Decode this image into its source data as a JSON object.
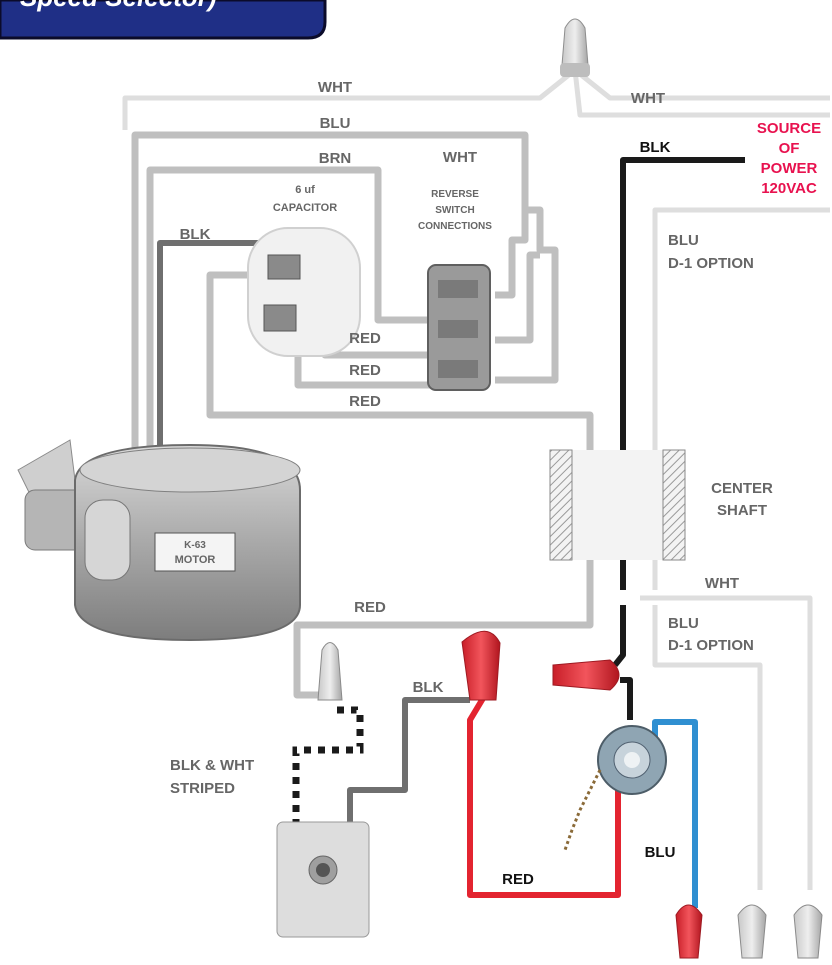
{
  "header": {
    "title": "Speed Selector)"
  },
  "labels": {
    "wht_top": "WHT",
    "wht_top_right": "WHT",
    "blu_top": "BLU",
    "brn": "BRN",
    "wht_switch": "WHT",
    "capacitor_line1": "6 uf",
    "capacitor_line2": "CAPACITOR",
    "reverse_line1": "REVERSE",
    "reverse_line2": "SWITCH",
    "reverse_line3": "CONNECTIONS",
    "blk_cap": "BLK",
    "blk_power": "BLK",
    "source_line1": "SOURCE",
    "source_line2": "OF",
    "source_line3": "POWER",
    "source_line4": "120VAC",
    "blu_opt1_line1": "BLU",
    "blu_opt1_line2": "D-1 OPTION",
    "red1": "RED",
    "red2": "RED",
    "red3": "RED",
    "center_line1": "CENTER",
    "center_line2": "SHAFT",
    "motor_line1": "K-63",
    "motor_line2": "MOTOR",
    "wht_lower": "WHT",
    "blu_opt2_line1": "BLU",
    "blu_opt2_line2": "D-1 OPTION",
    "red_lower": "RED",
    "blk_lower": "BLK",
    "striped_line1": "BLK & WHT",
    "striped_line2": "STRIPED",
    "blu_switch": "BLU",
    "red_bottom": "RED"
  },
  "colors": {
    "banner": "#1f2f86",
    "wire_red": "#e32430",
    "wire_blue": "#2f8fd1",
    "wire_black": "#1a1a1a",
    "wire_gray": "#bfbfbf",
    "source_text": "#e8124f"
  },
  "icons": {
    "wire_nut": "wire-nut-icon",
    "capacitor": "capacitor-icon",
    "motor": "motor-icon",
    "pull_chain_switch": "pull-chain-switch-icon",
    "wall_switch": "wall-switch-icon"
  }
}
